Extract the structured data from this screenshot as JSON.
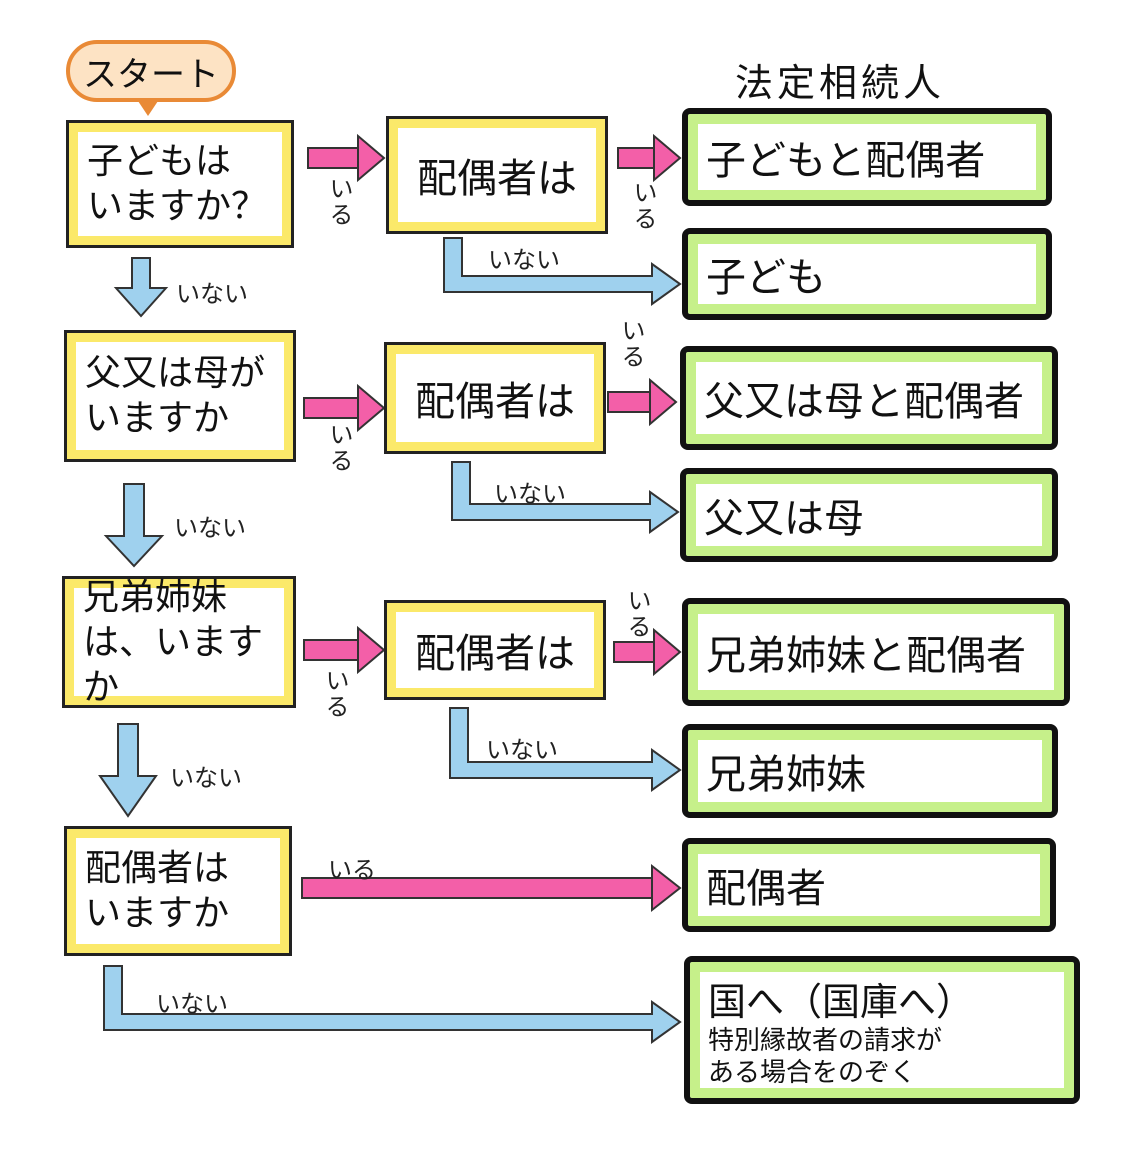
{
  "heading": "法定相続人",
  "start": "スタート",
  "questions": [
    [
      "子どもは",
      "いますか？"
    ],
    [
      "父又は母が",
      "いますか"
    ],
    [
      "兄弟姉妹",
      "は、いますか"
    ],
    [
      "配偶者は",
      "いますか"
    ]
  ],
  "spouse_question": "配偶者は",
  "results": [
    "子どもと配偶者",
    "子ども",
    "父又は母と配偶者",
    "父又は母",
    "兄弟姉妹と配偶者",
    "兄弟姉妹",
    "配偶者"
  ],
  "final": {
    "main": "国へ（国庫へ）",
    "note_line1": "特別縁故者の請求が",
    "note_line2": "ある場合をのぞく"
  },
  "labels": {
    "yes": "いる",
    "no": "いない"
  },
  "colors": {
    "question_fill": "#fbe96a",
    "result_fill": "#c6f08a",
    "yes_arrow": "#f35fa8",
    "no_arrow": "#9fd1ee",
    "start_fill": "#fde3c4",
    "start_border": "#e98a36"
  }
}
